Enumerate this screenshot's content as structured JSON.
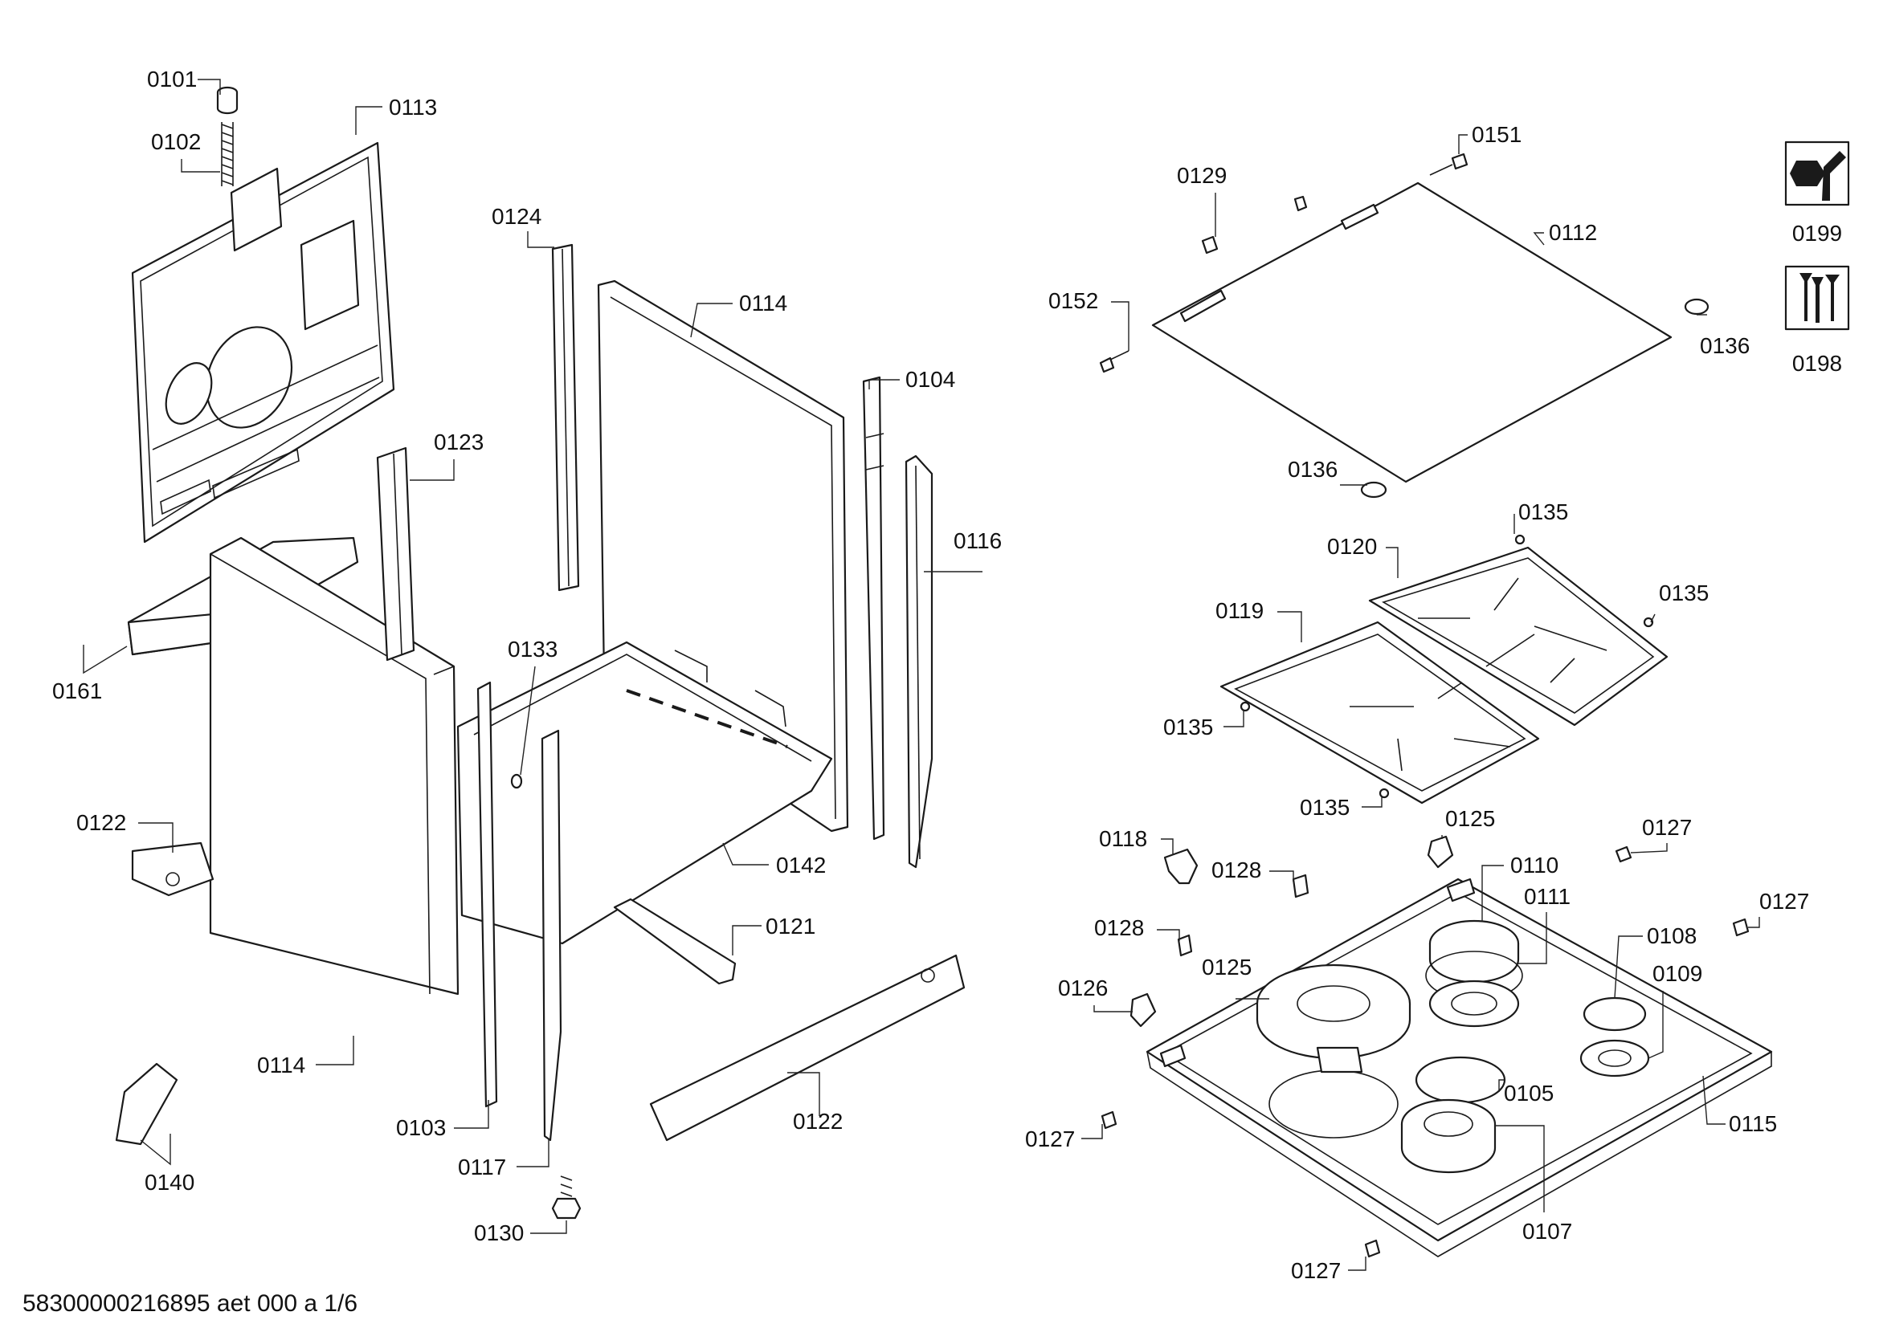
{
  "footer": {
    "document_id": "58300000216895 aet 000 a 1/6"
  },
  "icons": {
    "tool_label": "0199",
    "screws_label": "0198"
  },
  "callouts": [
    "0101",
    "0102",
    "0113",
    "0124",
    "0114",
    "0104",
    "0123",
    "0116",
    "0161",
    "0133",
    "0122",
    "0142",
    "0121",
    "0114",
    "0103",
    "0117",
    "0122",
    "0140",
    "0130",
    "0151",
    "0129",
    "0112",
    "0152",
    "0136",
    "0136",
    "0135",
    "0120",
    "0135",
    "0119",
    "0135",
    "0135",
    "0118",
    "0125",
    "0127",
    "0128",
    "0110",
    "0111",
    "0127",
    "0128",
    "0108",
    "0125",
    "0109",
    "0126",
    "0105",
    "0115",
    "0127",
    "0107",
    "0127"
  ]
}
